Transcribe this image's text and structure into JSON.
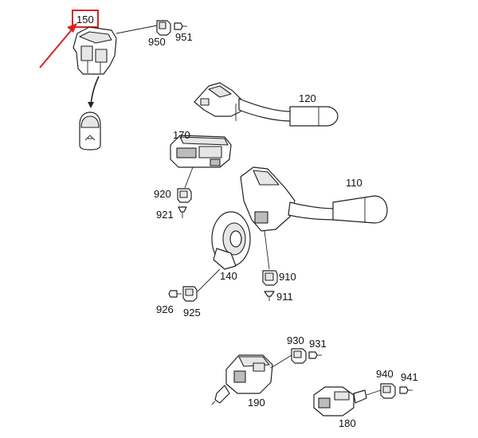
{
  "diagram": {
    "highlight": {
      "label": "150",
      "color": "#e02020"
    },
    "labels": {
      "p150": "150",
      "p950": "950",
      "p951": "951",
      "p120": "120",
      "p170": "170",
      "p110": "110",
      "p920": "920",
      "p921": "921",
      "p140": "140",
      "p910": "910",
      "p911": "911",
      "p926": "926",
      "p925": "925",
      "p930": "930",
      "p931": "931",
      "p940": "940",
      "p941": "941",
      "p190": "190",
      "p180": "180"
    }
  }
}
